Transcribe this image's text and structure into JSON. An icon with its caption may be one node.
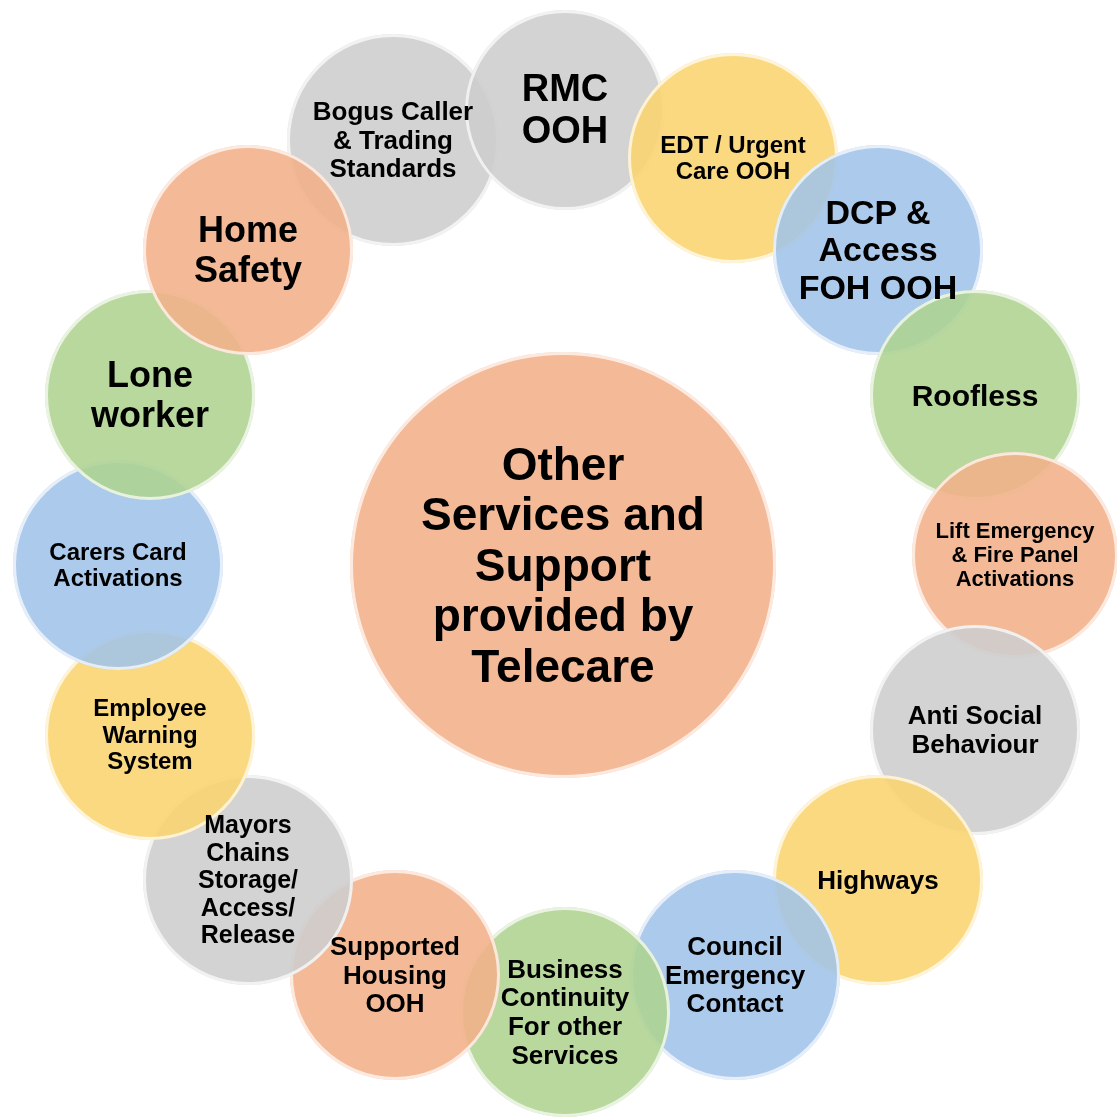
{
  "diagram": {
    "nodes": [
      {
        "text": [
          "Other Services and Support provided by Telecare"
        ]
      },
      {
        "text": [
          "Bogus Caller & Trading Standards"
        ]
      },
      {
        "text": [
          "RMC OOH"
        ]
      },
      {
        "text": [
          "EDT / Urgent Care OOH"
        ]
      },
      {
        "text": [
          "DCP & Access FOH OOH"
        ]
      },
      {
        "text": [
          "Roofless"
        ]
      },
      {
        "text": [
          "Lift Emergency & Fire Panel Activations"
        ]
      },
      {
        "text": [
          "Anti Social Behaviour"
        ]
      },
      {
        "text": [
          "Highways"
        ]
      },
      {
        "text": [
          "Council Emergency Contact"
        ]
      },
      {
        "text": [
          "Business Continuity For other Services"
        ]
      },
      {
        "text": [
          "Supported Housing OOH"
        ]
      },
      {
        "text": [
          "Mayors Chains Storage/ Access/ Release"
        ]
      },
      {
        "text": [
          "Employee Warning System"
        ]
      },
      {
        "text": [
          "Carers Card Activations"
        ]
      },
      {
        "text": [
          "Lone worker"
        ]
      },
      {
        "text": [
          "Home Safety"
        ]
      }
    ],
    "edges": []
  }
}
